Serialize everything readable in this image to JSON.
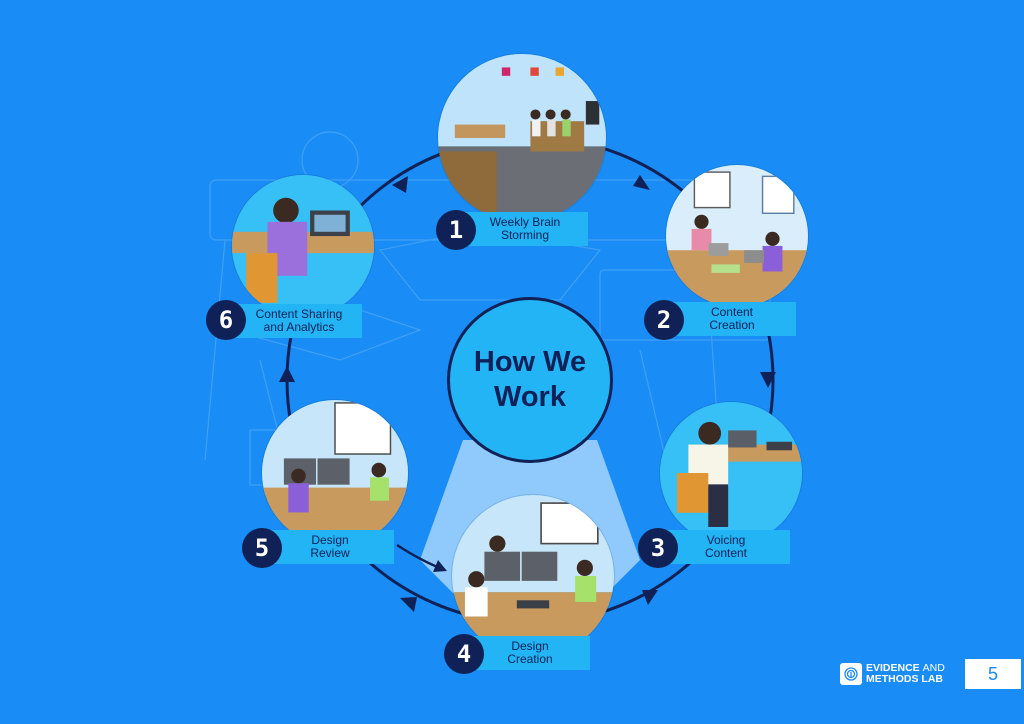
{
  "center": {
    "title": "How We\nWork"
  },
  "steps": [
    {
      "number": "1",
      "label": "Weekly Brain\nStorming"
    },
    {
      "number": "2",
      "label": "Content\nCreation"
    },
    {
      "number": "3",
      "label": "Voicing\nContent"
    },
    {
      "number": "4",
      "label": "Design\nCreation"
    },
    {
      "number": "5",
      "label": "Design\nReview"
    },
    {
      "number": "6",
      "label": "Content Sharing\nand Analytics"
    }
  ],
  "footer": {
    "logo_line1": "EVIDENCE",
    "logo_line1_light": "AND",
    "logo_line2": "METHODS LAB",
    "page_number": "5"
  },
  "colors": {
    "background": "#1a8cf5",
    "accent_light": "#22b4f5",
    "navy": "#0f2156"
  }
}
